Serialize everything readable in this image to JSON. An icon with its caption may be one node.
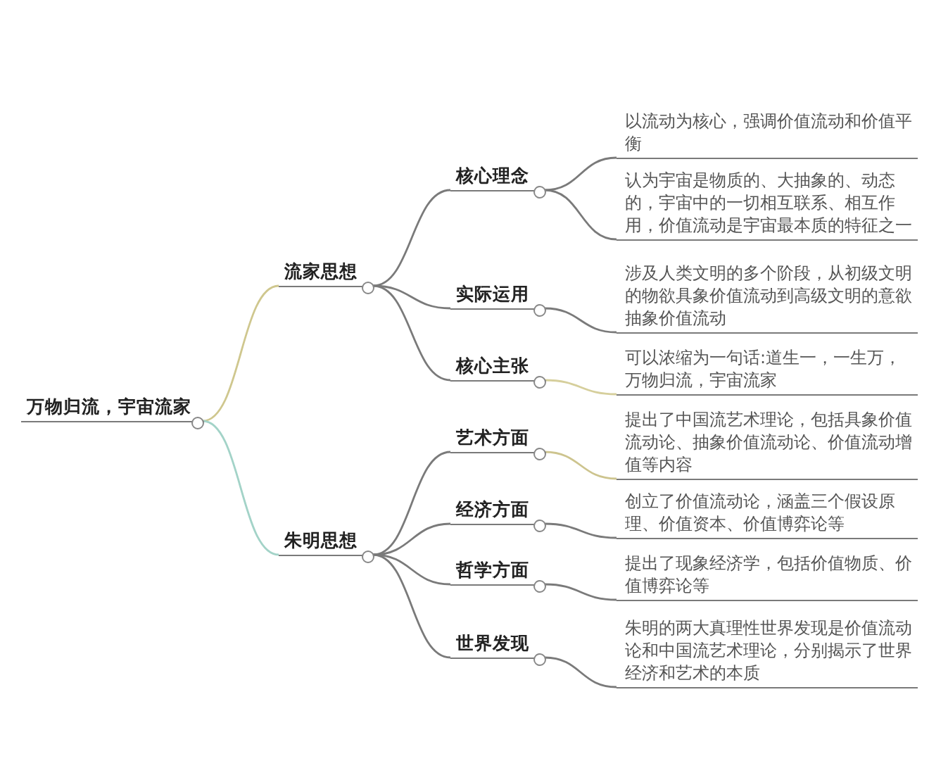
{
  "diagram": {
    "nodes": [
      {
        "text": [
          "万物归流，宇宙流家"
        ]
      },
      {
        "text": [
          "流家思想"
        ]
      },
      {
        "text": [
          "核心理念"
        ]
      },
      {
        "text": [
          "以流动为核心，强调价值流动和价值平衡"
        ]
      },
      {
        "text": [
          "认为宇宙是物质的、大抽象的、动态的，宇宙中的一切相互联系、相互作用，价值流动是宇宙最本质的特征之一"
        ]
      },
      {
        "text": [
          "实际运用"
        ]
      },
      {
        "text": [
          "涉及人类文明的多个阶段，从初级文明的物欲具象价值流动到高级文明的意欲抽象价值流动"
        ]
      },
      {
        "text": [
          "核心主张"
        ]
      },
      {
        "text": [
          "可以浓缩为一句话:道生一，一生万，万物归流，宇宙流家"
        ]
      },
      {
        "text": [
          "朱明思想"
        ]
      },
      {
        "text": [
          "艺术方面"
        ]
      },
      {
        "text": [
          "提出了中国流艺术理论，包括具象价值流动论、抽象价值流动论、价值流动增值等内容"
        ]
      },
      {
        "text": [
          "经济方面"
        ]
      },
      {
        "text": [
          "创立了价值流动论，涵盖三个假设原理、价值资本、价值博弈论等"
        ]
      },
      {
        "text": [
          "哲学方面"
        ]
      },
      {
        "text": [
          "提出了现象经济学，包括价值物质、价值博弈论等"
        ]
      },
      {
        "text": [
          "世界发现"
        ]
      },
      {
        "text": [
          "朱明的两大真理性世界发现是价值流动论和中国流艺术理论，分别揭示了世界经济和艺术的本质"
        ]
      }
    ],
    "edges": [
      {
        "from": 0,
        "to": 1,
        "arrow": "none",
        "color": "#cfc78e"
      },
      {
        "from": 1,
        "to": 2,
        "arrow": "none"
      },
      {
        "from": 2,
        "to": 3,
        "arrow": "none"
      },
      {
        "from": 2,
        "to": 4,
        "arrow": "none"
      },
      {
        "from": 1,
        "to": 5,
        "arrow": "none"
      },
      {
        "from": 5,
        "to": 6,
        "arrow": "none"
      },
      {
        "from": 1,
        "to": 7,
        "arrow": "none"
      },
      {
        "from": 7,
        "to": 8,
        "arrow": "none",
        "color": "#d6cf9c"
      },
      {
        "from": 0,
        "to": 9,
        "arrow": "none",
        "color": "#a3d3c8"
      },
      {
        "from": 9,
        "to": 10,
        "arrow": "none"
      },
      {
        "from": 10,
        "to": 11,
        "arrow": "none",
        "color": "#cdc48e"
      },
      {
        "from": 9,
        "to": 12,
        "arrow": "none"
      },
      {
        "from": 12,
        "to": 13,
        "arrow": "none"
      },
      {
        "from": 9,
        "to": 14,
        "arrow": "none"
      },
      {
        "from": 14,
        "to": 15,
        "arrow": "none"
      },
      {
        "from": 9,
        "to": 16,
        "arrow": "none"
      },
      {
        "from": 16,
        "to": 17,
        "arrow": "none"
      }
    ]
  }
}
